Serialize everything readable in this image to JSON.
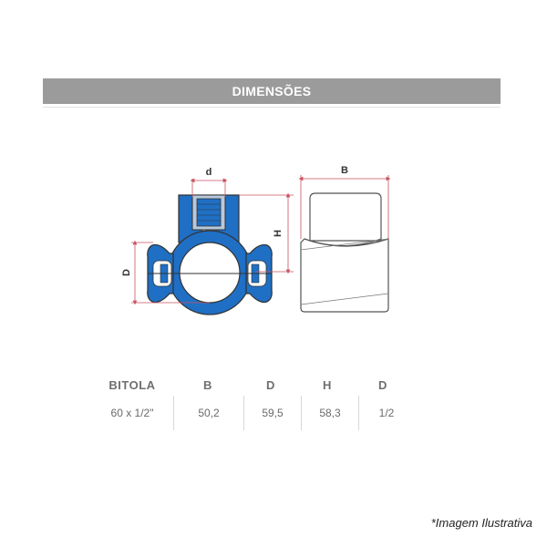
{
  "section": {
    "title": "DIMENSÕES"
  },
  "drawing": {
    "labels": {
      "d": "d",
      "H": "H",
      "D": "D",
      "B": "B"
    },
    "colors": {
      "body": "#1f6fc4",
      "body_dark": "#0b4f9a",
      "outline": "#333333",
      "dimension": "#c8535f"
    }
  },
  "table": {
    "headers": [
      "BITOLA",
      "B",
      "D",
      "H",
      "D"
    ],
    "rows": [
      [
        "60 x 1/2\"",
        "50,2",
        "59,5",
        "58,3",
        "1/2"
      ]
    ]
  },
  "caption": "*Imagem Ilustrativa"
}
